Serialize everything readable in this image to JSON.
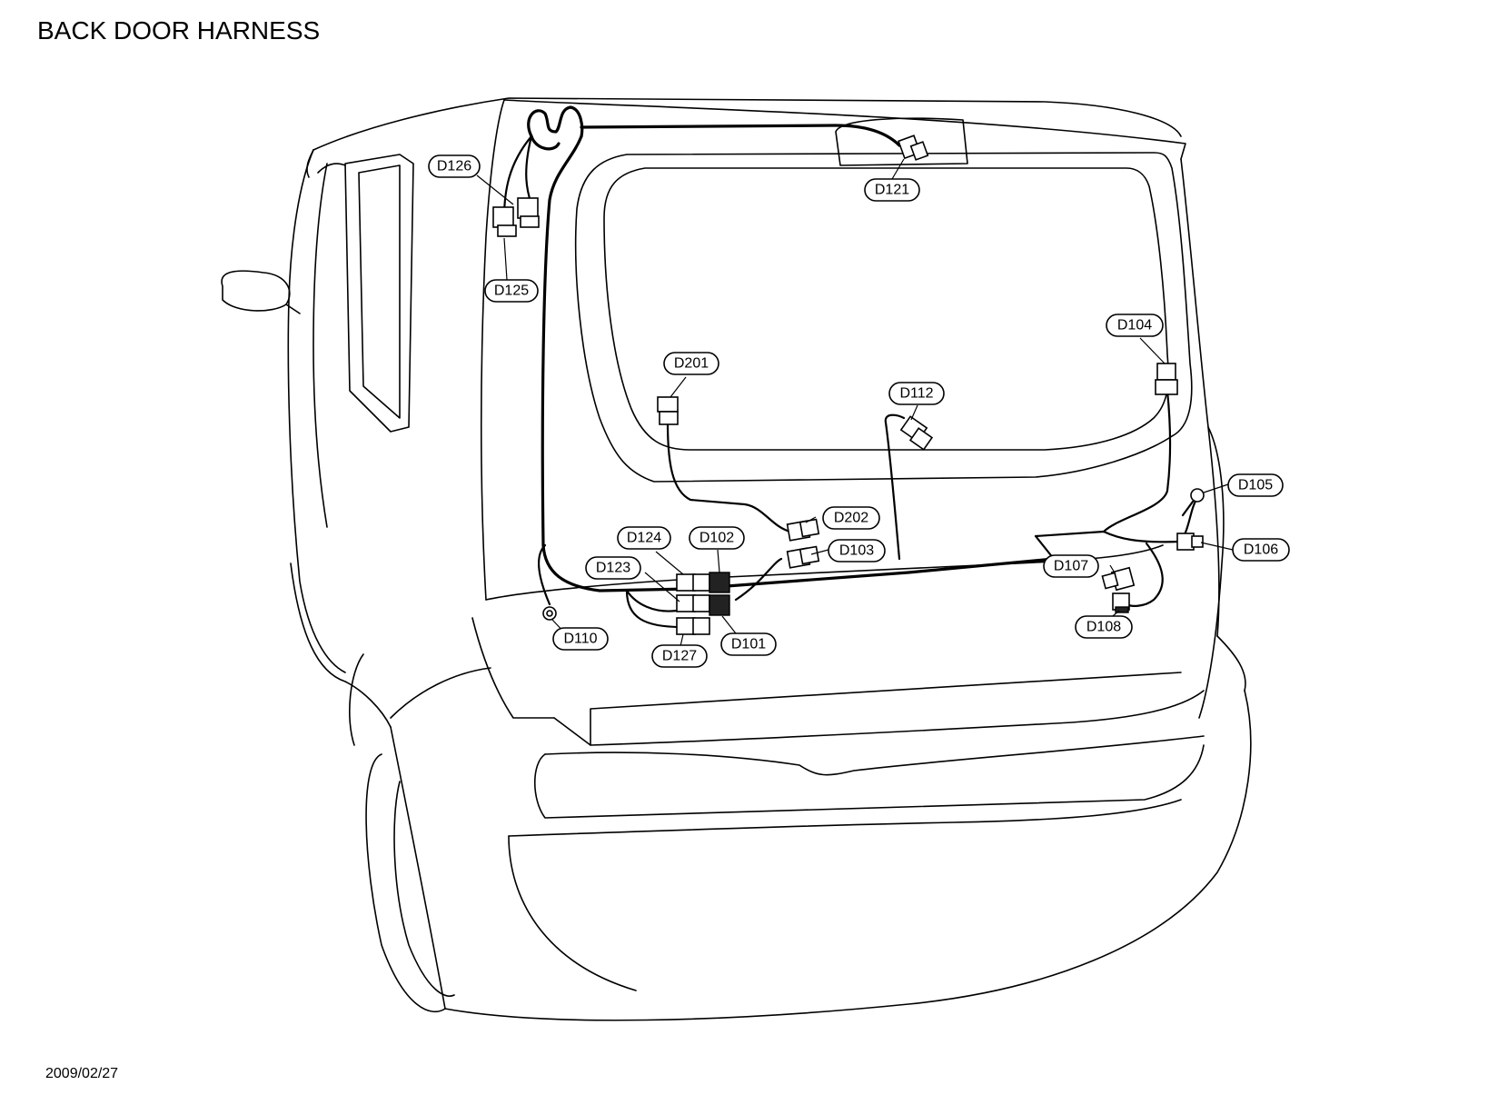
{
  "title": "BACK DOOR HARNESS",
  "date": "2009/02/27",
  "connectors": {
    "d126": "D126",
    "d125": "D125",
    "d121": "D121",
    "d104": "D104",
    "d201": "D201",
    "d112": "D112",
    "d105": "D105",
    "d202": "D202",
    "d124": "D124",
    "d102": "D102",
    "d103": "D103",
    "d106": "D106",
    "d123": "D123",
    "d107": "D107",
    "d108": "D108",
    "d110": "D110",
    "d101": "D101",
    "d127": "D127"
  }
}
